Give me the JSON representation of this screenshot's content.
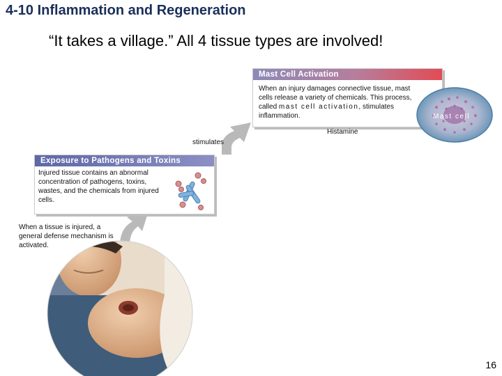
{
  "title": "4-10 Inflammation and Regeneration",
  "subtitle": "“It takes a village.”  All 4 tissue types are involved!",
  "mast_cell_activation": {
    "heading": "Mast Cell Activation",
    "body_lead": "When an injury damages connective tissue, mast cells release a variety of chemicals. This process, called",
    "body_term": "mast cell activation",
    "body_tail": ", stimulates inflammation."
  },
  "mast_cell_label": "Mast cell",
  "histamine_label": "Histamine",
  "stimulates_label": "stimulates",
  "exposure": {
    "heading": "Exposure to Pathogens and Toxins",
    "body": "Injured tissue contains an abnormal concentration of pathogens, toxins, wastes, and the chemicals from injured cells."
  },
  "injury_caption": "When a tissue is injured, a general defense mechanism is activated.",
  "page_number": "16",
  "colors": {
    "title": "#1a2f5a",
    "mast_header_start": "#8c8ab8",
    "mast_header_end": "#e24b55",
    "exposure_header": "#5d68a6",
    "arrow_gray": "#b9b9b9",
    "cell_outer": "#5d8fb3",
    "granules": "#b06fa8"
  },
  "icons": [
    "curved-arrow-icon",
    "mast-cell-illustration",
    "pathogen-cluster-icon",
    "injured-boy-photo"
  ]
}
